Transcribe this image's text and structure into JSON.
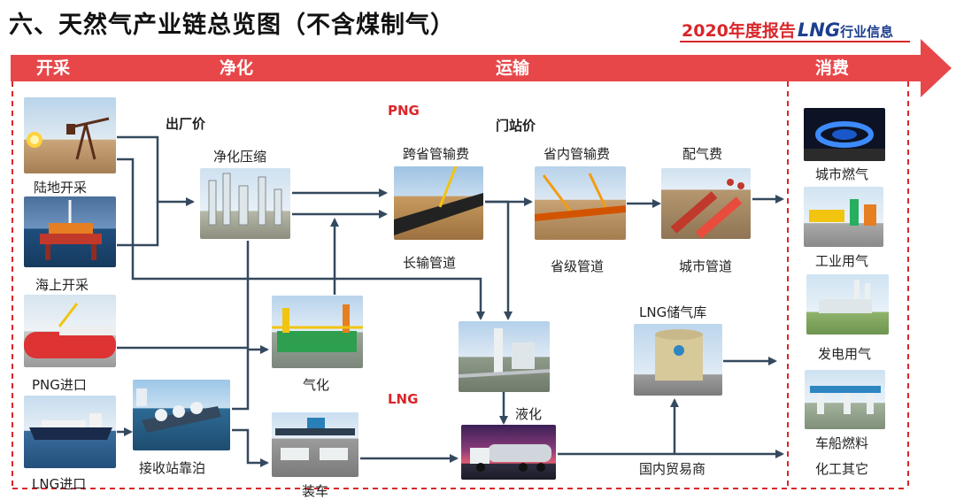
{
  "title": "六、天然气产业链总览图（不含煤制气）",
  "brand": {
    "year_label": "2020年度报告",
    "lng": "LNG",
    "industry": "行业信息"
  },
  "stages": [
    "开采",
    "净化",
    "运输",
    "消费"
  ],
  "labels": {
    "land": "陆地开采",
    "sea": "海上开采",
    "png_import": "PNG进口",
    "lng_import": "LNG进口",
    "ex_factory_price": "出厂价",
    "purify_compress": "净化压缩",
    "png": "PNG",
    "gate_price": "门站价",
    "interprovincial_fee": "跨省管输费",
    "long_pipeline": "长输管道",
    "provincial_fee": "省内管输费",
    "provincial_pipeline": "省级管道",
    "distribution_fee": "配气费",
    "city_pipeline": "城市管道",
    "gasify": "气化",
    "lng": "LNG",
    "terminal_berth": "接收站靠泊",
    "truck_loading": "装车",
    "liquefy": "液化",
    "lng_storage": "LNG储气库",
    "domestic_trader": "国内贸易商",
    "city_gas": "城市燃气",
    "industrial_gas": "工业用气",
    "power_gas": "发电用气",
    "vehicle_fuel": "车船燃料",
    "chemical_other": "化工其它"
  },
  "colors": {
    "accent": "#e8474a",
    "dash": "#d9262a",
    "flow": "#34495e",
    "brand_red": "#d9262a",
    "brand_blue": "#1d3f8f"
  }
}
